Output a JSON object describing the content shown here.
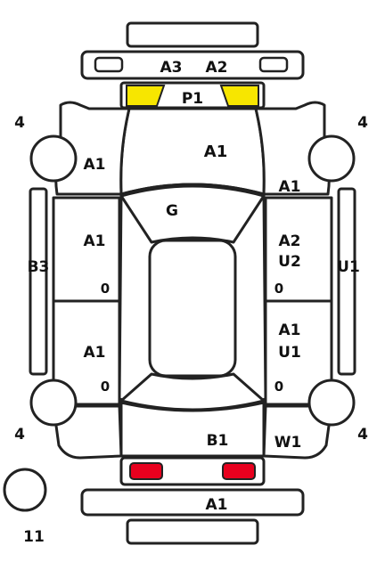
{
  "colors": {
    "outline": "#222222",
    "headlight": "#f7e600",
    "taillight": "#e8001e"
  },
  "labels": {
    "front_bumper_left": "A3",
    "front_bumper_right": "A2",
    "front_panel": "P1",
    "hood": "A1",
    "windshield": "G",
    "left_front_fender": "A1",
    "right_front_fender": "A1",
    "left_front_door": "A1",
    "right_front_door_1": "A2",
    "right_front_door_2": "U2",
    "left_rear_door": "A1",
    "right_rear_door_1": "A1",
    "right_rear_door_2": "U1",
    "left_sill": "B3",
    "right_sill": "U1",
    "trunk": "B1",
    "right_rear_quarter": "W1",
    "rear_bumper": "A1",
    "wheel_front_left": "4",
    "wheel_front_right": "4",
    "wheel_rear_left": "4",
    "wheel_rear_right": "4",
    "spare_wheel": "11",
    "door_lock_1": "0",
    "door_lock_2": "0",
    "door_lock_3": "0",
    "door_lock_4": "0"
  }
}
